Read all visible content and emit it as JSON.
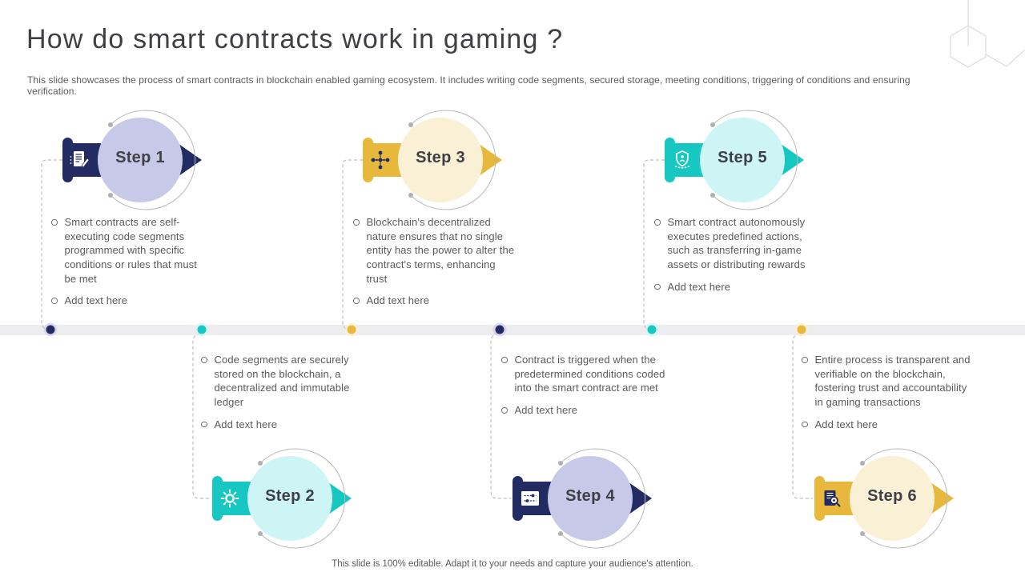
{
  "slide": {
    "title": "How do smart contracts work in gaming ?",
    "subtitle": "This slide showcases the process of smart contracts in blockchain enabled gaming ecosystem. It includes writing code segments, secured storage, meeting conditions, triggering of conditions and ensuring verification.",
    "footer": "This slide is 100% editable. Adapt it to your needs and capture your audience's attention."
  },
  "theme": {
    "navy": "#232c62",
    "navy_light": "#c6cae8",
    "teal": "#17c8c2",
    "teal_light": "#cdf5f6",
    "gold": "#e8b83c",
    "gold_light": "#faf0d6",
    "heading_text": "#3f4046",
    "body_text": "#5a5a5a",
    "line_gray": "#bdbdbd",
    "timeline_band": "#ededef"
  },
  "steps": [
    {
      "label": "Step 1",
      "icon": "contract-document-icon",
      "scheme": "navy",
      "bullets": [
        "Smart contracts are self-executing code segments programmed with specific conditions or rules that must be met",
        "Add text here"
      ]
    },
    {
      "label": "Step 2",
      "icon": "secure-storage-gear-icon",
      "scheme": "teal",
      "bullets": [
        "Code segments are securely stored on the blockchain, a decentralized and immutable ledger",
        "Add text here"
      ]
    },
    {
      "label": "Step 3",
      "icon": "decentralized-network-icon",
      "scheme": "gold",
      "bullets": [
        "Blockchain's decentralized nature ensures that no single entity has the power to alter the contract's terms, enhancing trust",
        "Add text here"
      ]
    },
    {
      "label": "Step 4",
      "icon": "conditions-sliders-icon",
      "scheme": "navy",
      "bullets": [
        "Contract is triggered when the predetermined conditions coded into the smart contract are met",
        "Add text here"
      ]
    },
    {
      "label": "Step 5",
      "icon": "shield-execution-icon",
      "scheme": "teal",
      "bullets": [
        "Smart contract autonomously executes predefined actions, such as transferring in-game assets or distributing rewards",
        "Add text here"
      ]
    },
    {
      "label": "Step 6",
      "icon": "verification-magnifier-icon",
      "scheme": "gold",
      "bullets": [
        "Entire process is transparent and verifiable on the blockchain, fostering trust and accountability in gaming transactions",
        "Add text here"
      ]
    }
  ]
}
